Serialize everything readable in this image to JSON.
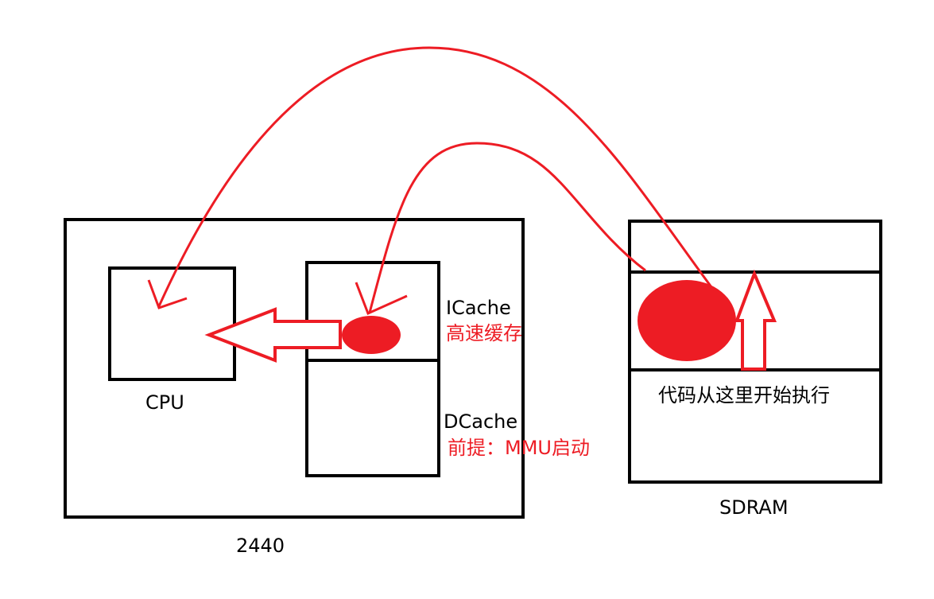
{
  "labels": {
    "chip": "2440",
    "cpu": "CPU",
    "icache": "ICache",
    "icache_desc": "高速缓存",
    "dcache": "DCache",
    "dcache_desc": "前提：MMU启动",
    "sdram": "SDRAM",
    "sdram_exec": "代码从这里开始执行"
  },
  "colors": {
    "outline": "#000000",
    "accent": "#ed1c24",
    "background": "#ffffff"
  }
}
